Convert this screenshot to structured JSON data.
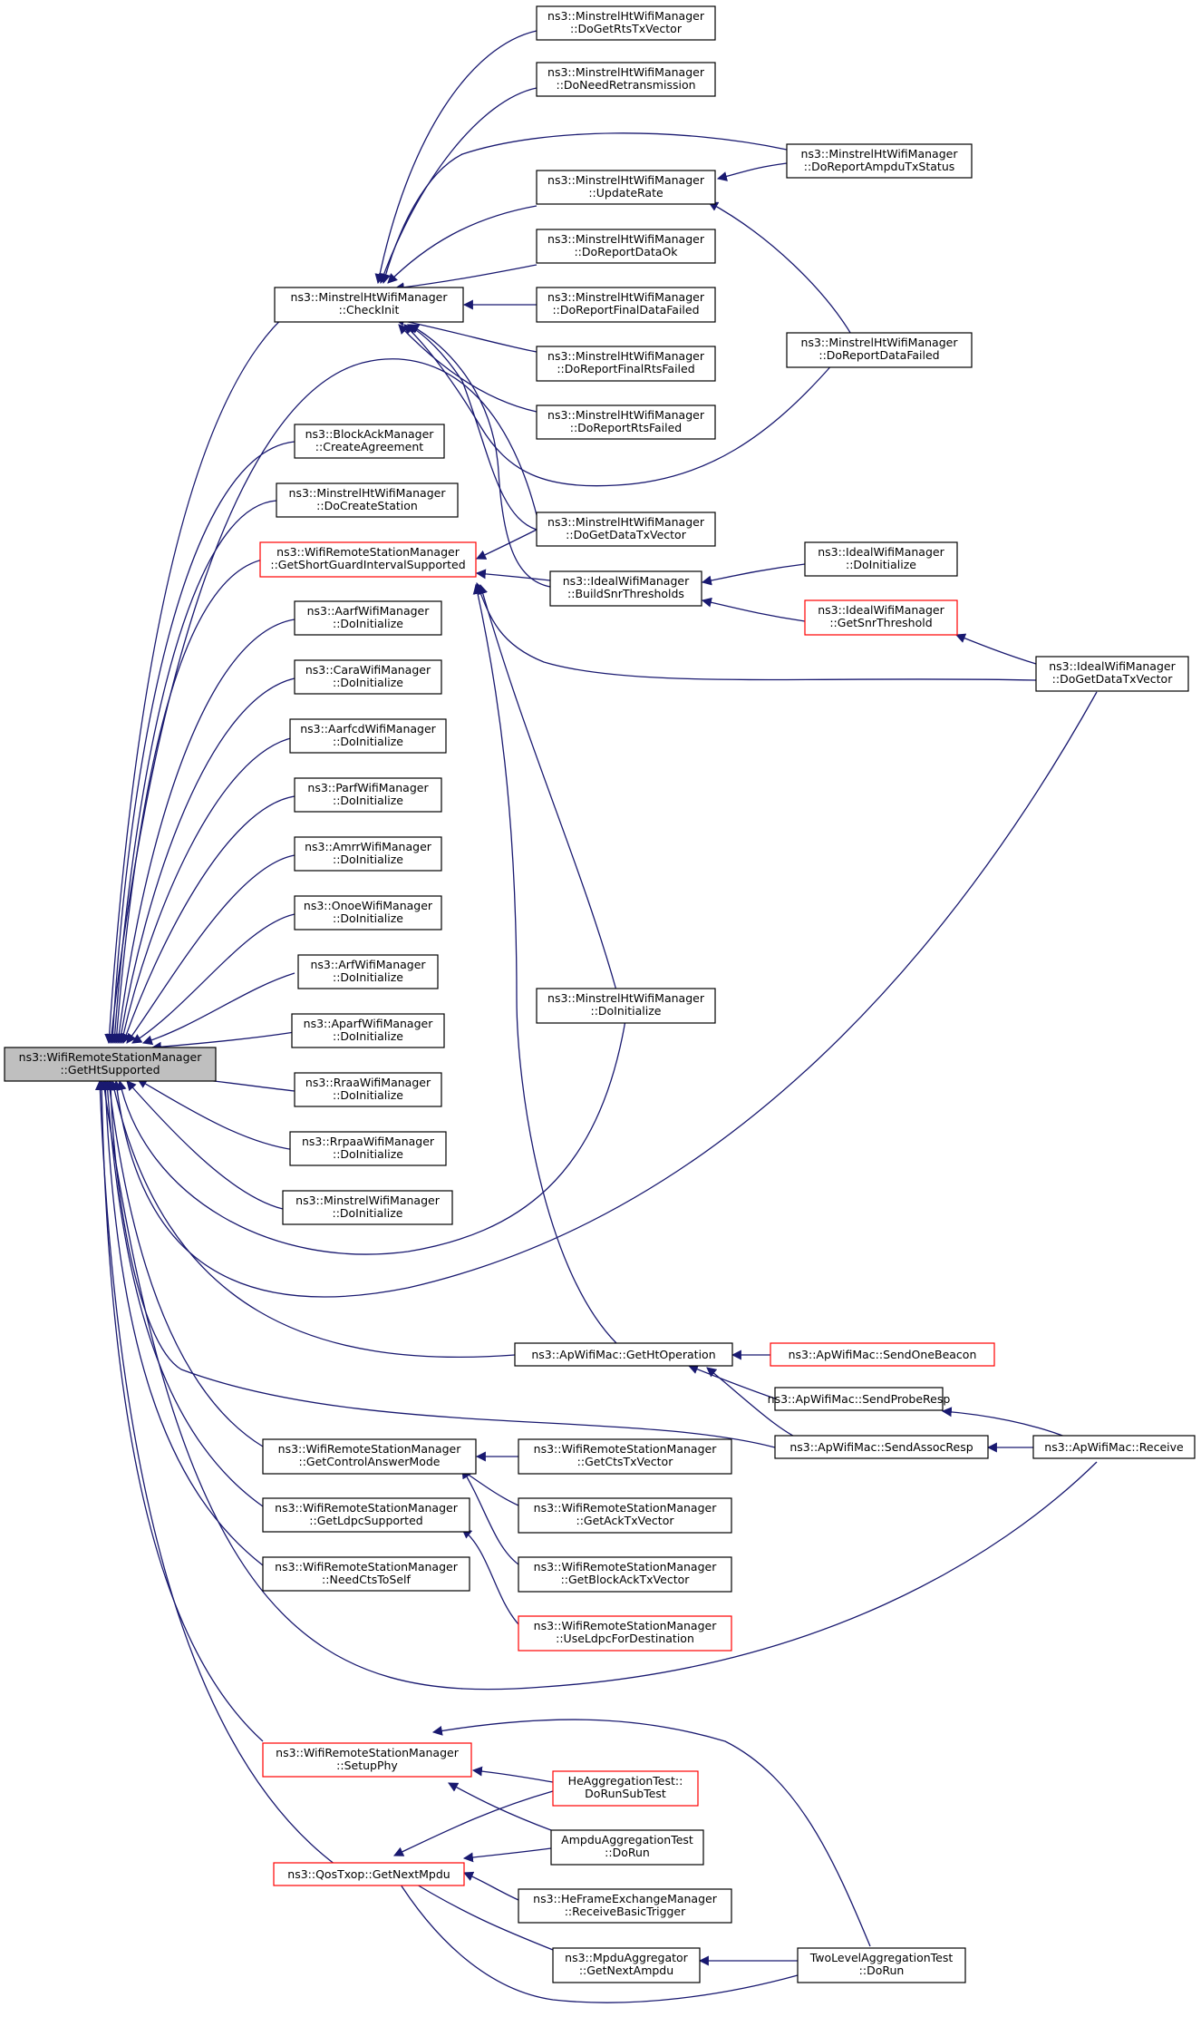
{
  "colors": {
    "edge": "#191970",
    "box_border": "#000000",
    "box_border_incomplete": "#ff0000",
    "root_fill": "#bfbfbf"
  },
  "nodes": {
    "root": {
      "lines": [
        "ns3::WifiRemoteStationManager",
        "::GetHtSupported"
      ]
    },
    "checkinit": {
      "lines": [
        "ns3::MinstrelHtWifiManager",
        "::CheckInit"
      ]
    },
    "mht_getrts": {
      "lines": [
        "ns3::MinstrelHtWifiManager",
        "::DoGetRtsTxVector"
      ]
    },
    "mht_needretx": {
      "lines": [
        "ns3::MinstrelHtWifiManager",
        "::DoNeedRetransmission"
      ]
    },
    "mht_update": {
      "lines": [
        "ns3::MinstrelHtWifiManager",
        "::UpdateRate"
      ]
    },
    "mht_ampdu": {
      "lines": [
        "ns3::MinstrelHtWifiManager",
        "::DoReportAmpduTxStatus"
      ]
    },
    "mht_dataok": {
      "lines": [
        "ns3::MinstrelHtWifiManager",
        "::DoReportDataOk"
      ]
    },
    "mht_finaldata": {
      "lines": [
        "ns3::MinstrelHtWifiManager",
        "::DoReportFinalDataFailed"
      ]
    },
    "mht_datafailed": {
      "lines": [
        "ns3::MinstrelHtWifiManager",
        "::DoReportDataFailed"
      ]
    },
    "mht_finalrts": {
      "lines": [
        "ns3::MinstrelHtWifiManager",
        "::DoReportFinalRtsFailed"
      ]
    },
    "mht_rtsfailed": {
      "lines": [
        "ns3::MinstrelHtWifiManager",
        "::DoReportRtsFailed"
      ]
    },
    "blockack": {
      "lines": [
        "ns3::BlockAckManager",
        "::CreateAgreement"
      ]
    },
    "mht_createsta": {
      "lines": [
        "ns3::MinstrelHtWifiManager",
        "::DoCreateStation"
      ]
    },
    "mht_getdata": {
      "lines": [
        "ns3::MinstrelHtWifiManager",
        "::DoGetDataTxVector"
      ]
    },
    "shortgi": {
      "lines": [
        "ns3::WifiRemoteStationManager",
        "::GetShortGuardIntervalSupported"
      ]
    },
    "ideal_build": {
      "lines": [
        "ns3::IdealWifiManager",
        "::BuildSnrThresholds"
      ]
    },
    "ideal_init": {
      "lines": [
        "ns3::IdealWifiManager",
        "::DoInitialize"
      ]
    },
    "ideal_getsnr": {
      "lines": [
        "ns3::IdealWifiManager",
        "::GetSnrThreshold"
      ]
    },
    "ideal_getdata": {
      "lines": [
        "ns3::IdealWifiManager",
        "::DoGetDataTxVector"
      ]
    },
    "aarf": {
      "lines": [
        "ns3::AarfWifiManager",
        "::DoInitialize"
      ]
    },
    "cara": {
      "lines": [
        "ns3::CaraWifiManager",
        "::DoInitialize"
      ]
    },
    "aarfcd": {
      "lines": [
        "ns3::AarfcdWifiManager",
        "::DoInitialize"
      ]
    },
    "parf": {
      "lines": [
        "ns3::ParfWifiManager",
        "::DoInitialize"
      ]
    },
    "amrr": {
      "lines": [
        "ns3::AmrrWifiManager",
        "::DoInitialize"
      ]
    },
    "onoe": {
      "lines": [
        "ns3::OnoeWifiManager",
        "::DoInitialize"
      ]
    },
    "arf": {
      "lines": [
        "ns3::ArfWifiManager",
        "::DoInitialize"
      ]
    },
    "aparf": {
      "lines": [
        "ns3::AparfWifiManager",
        "::DoInitialize"
      ]
    },
    "rraa": {
      "lines": [
        "ns3::RraaWifiManager",
        "::DoInitialize"
      ]
    },
    "rrpaa": {
      "lines": [
        "ns3::RrpaaWifiManager",
        "::DoInitialize"
      ]
    },
    "minstrel": {
      "lines": [
        "ns3::MinstrelWifiManager",
        "::DoInitialize"
      ]
    },
    "mht_init": {
      "lines": [
        "ns3::MinstrelHtWifiManager",
        "::DoInitialize"
      ]
    },
    "htop": {
      "lines": [
        "ns3::ApWifiMac::GetHtOperation"
      ]
    },
    "beacon": {
      "lines": [
        "ns3::ApWifiMac::SendOneBeacon"
      ]
    },
    "probe": {
      "lines": [
        "ns3::ApWifiMac::SendProbeResp"
      ]
    },
    "assoc": {
      "lines": [
        "ns3::ApWifiMac::SendAssocResp"
      ]
    },
    "receive": {
      "lines": [
        "ns3::ApWifiMac::Receive"
      ]
    },
    "ctrlans": {
      "lines": [
        "ns3::WifiRemoteStationManager",
        "::GetControlAnswerMode"
      ]
    },
    "ctstx": {
      "lines": [
        "ns3::WifiRemoteStationManager",
        "::GetCtsTxVector"
      ]
    },
    "acktx": {
      "lines": [
        "ns3::WifiRemoteStationManager",
        "::GetAckTxVector"
      ]
    },
    "ldpc": {
      "lines": [
        "ns3::WifiRemoteStationManager",
        "::GetLdpcSupported"
      ]
    },
    "blockacktx": {
      "lines": [
        "ns3::WifiRemoteStationManager",
        "::GetBlockAckTxVector"
      ]
    },
    "needcts": {
      "lines": [
        "ns3::WifiRemoteStationManager",
        "::NeedCtsToSelf"
      ]
    },
    "useldpc": {
      "lines": [
        "ns3::WifiRemoteStationManager",
        "::UseLdpcForDestination"
      ]
    },
    "setupphy": {
      "lines": [
        "ns3::WifiRemoteStationManager",
        "::SetupPhy"
      ]
    },
    "hetest": {
      "lines": [
        "HeAggregationTest::",
        "DoRunSubTest"
      ]
    },
    "ampdutest": {
      "lines": [
        "AmpduAggregationTest",
        "::DoRun"
      ]
    },
    "nextmpdu": {
      "lines": [
        "ns3::QosTxop::GetNextMpdu"
      ]
    },
    "hetrigger": {
      "lines": [
        "ns3::HeFrameExchangeManager",
        "::ReceiveBasicTrigger"
      ]
    },
    "nextampdu": {
      "lines": [
        "ns3::MpduAggregator",
        "::GetNextAmpdu"
      ]
    },
    "twolevel": {
      "lines": [
        "TwoLevelAggregationTest",
        "::DoRun"
      ]
    }
  }
}
